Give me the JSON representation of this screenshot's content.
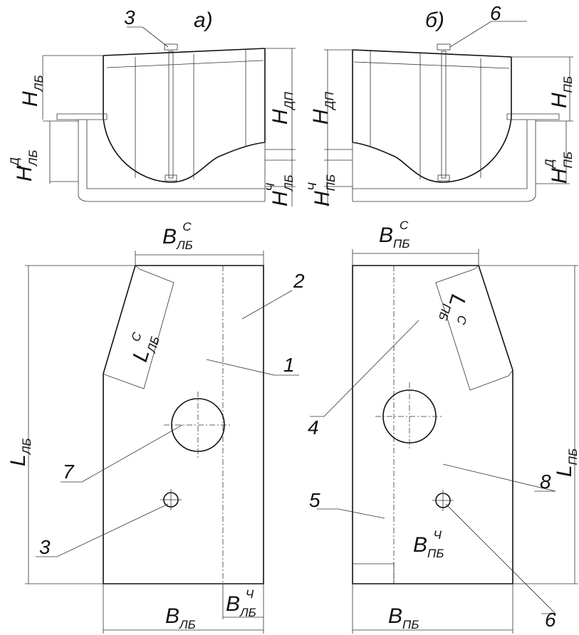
{
  "views": {
    "a": "а)",
    "b": "б)"
  },
  "labels": {
    "h_lb": {
      "main": "H",
      "sub": "ЛБ"
    },
    "h_dp_left": {
      "main": "H",
      "sub": "ДП"
    },
    "h_lb_d": {
      "main": "H",
      "sub": "ЛБ",
      "sup": "Д"
    },
    "h_lb_ch": {
      "main": "H",
      "sub": "ЛБ",
      "sup": "Ч"
    },
    "h_dp_right": {
      "main": "H",
      "sub": "ДП"
    },
    "h_pb": {
      "main": "H",
      "sub": "ПБ"
    },
    "h_pb_d": {
      "main": "H",
      "sub": "ПБ",
      "sup": "Д"
    },
    "h_pb_ch": {
      "main": "H",
      "sub": "ПБ",
      "sup": "Ч"
    },
    "b_lb_c": {
      "main": "B",
      "sub": "ЛБ",
      "sup": "С"
    },
    "b_pb_c": {
      "main": "B",
      "sub": "ПБ",
      "sup": "С"
    },
    "l_lb_c": {
      "main": "L",
      "sub": "ЛБ",
      "sup": "С"
    },
    "l_pb_c": {
      "main": "L",
      "sub": "ПБ",
      "sup": "С"
    },
    "l_lb": {
      "main": "L",
      "sub": "ЛБ"
    },
    "l_pb": {
      "main": "L",
      "sub": "ПБ"
    },
    "b_lb": {
      "main": "B",
      "sub": "ЛБ"
    },
    "b_lb_ch": {
      "main": "B",
      "sub": "ЛБ",
      "sup": "Ч"
    },
    "b_pb": {
      "main": "B",
      "sub": "ПБ"
    },
    "b_pb_ch": {
      "main": "B",
      "sub": "ПБ",
      "sup": "Ч"
    }
  },
  "callouts": {
    "n1": "1",
    "n2": "2",
    "n3a": "3",
    "n3b": "3",
    "n4": "4",
    "n5": "5",
    "n6a": "6",
    "n6b": "6",
    "n7": "7",
    "n8": "8"
  }
}
